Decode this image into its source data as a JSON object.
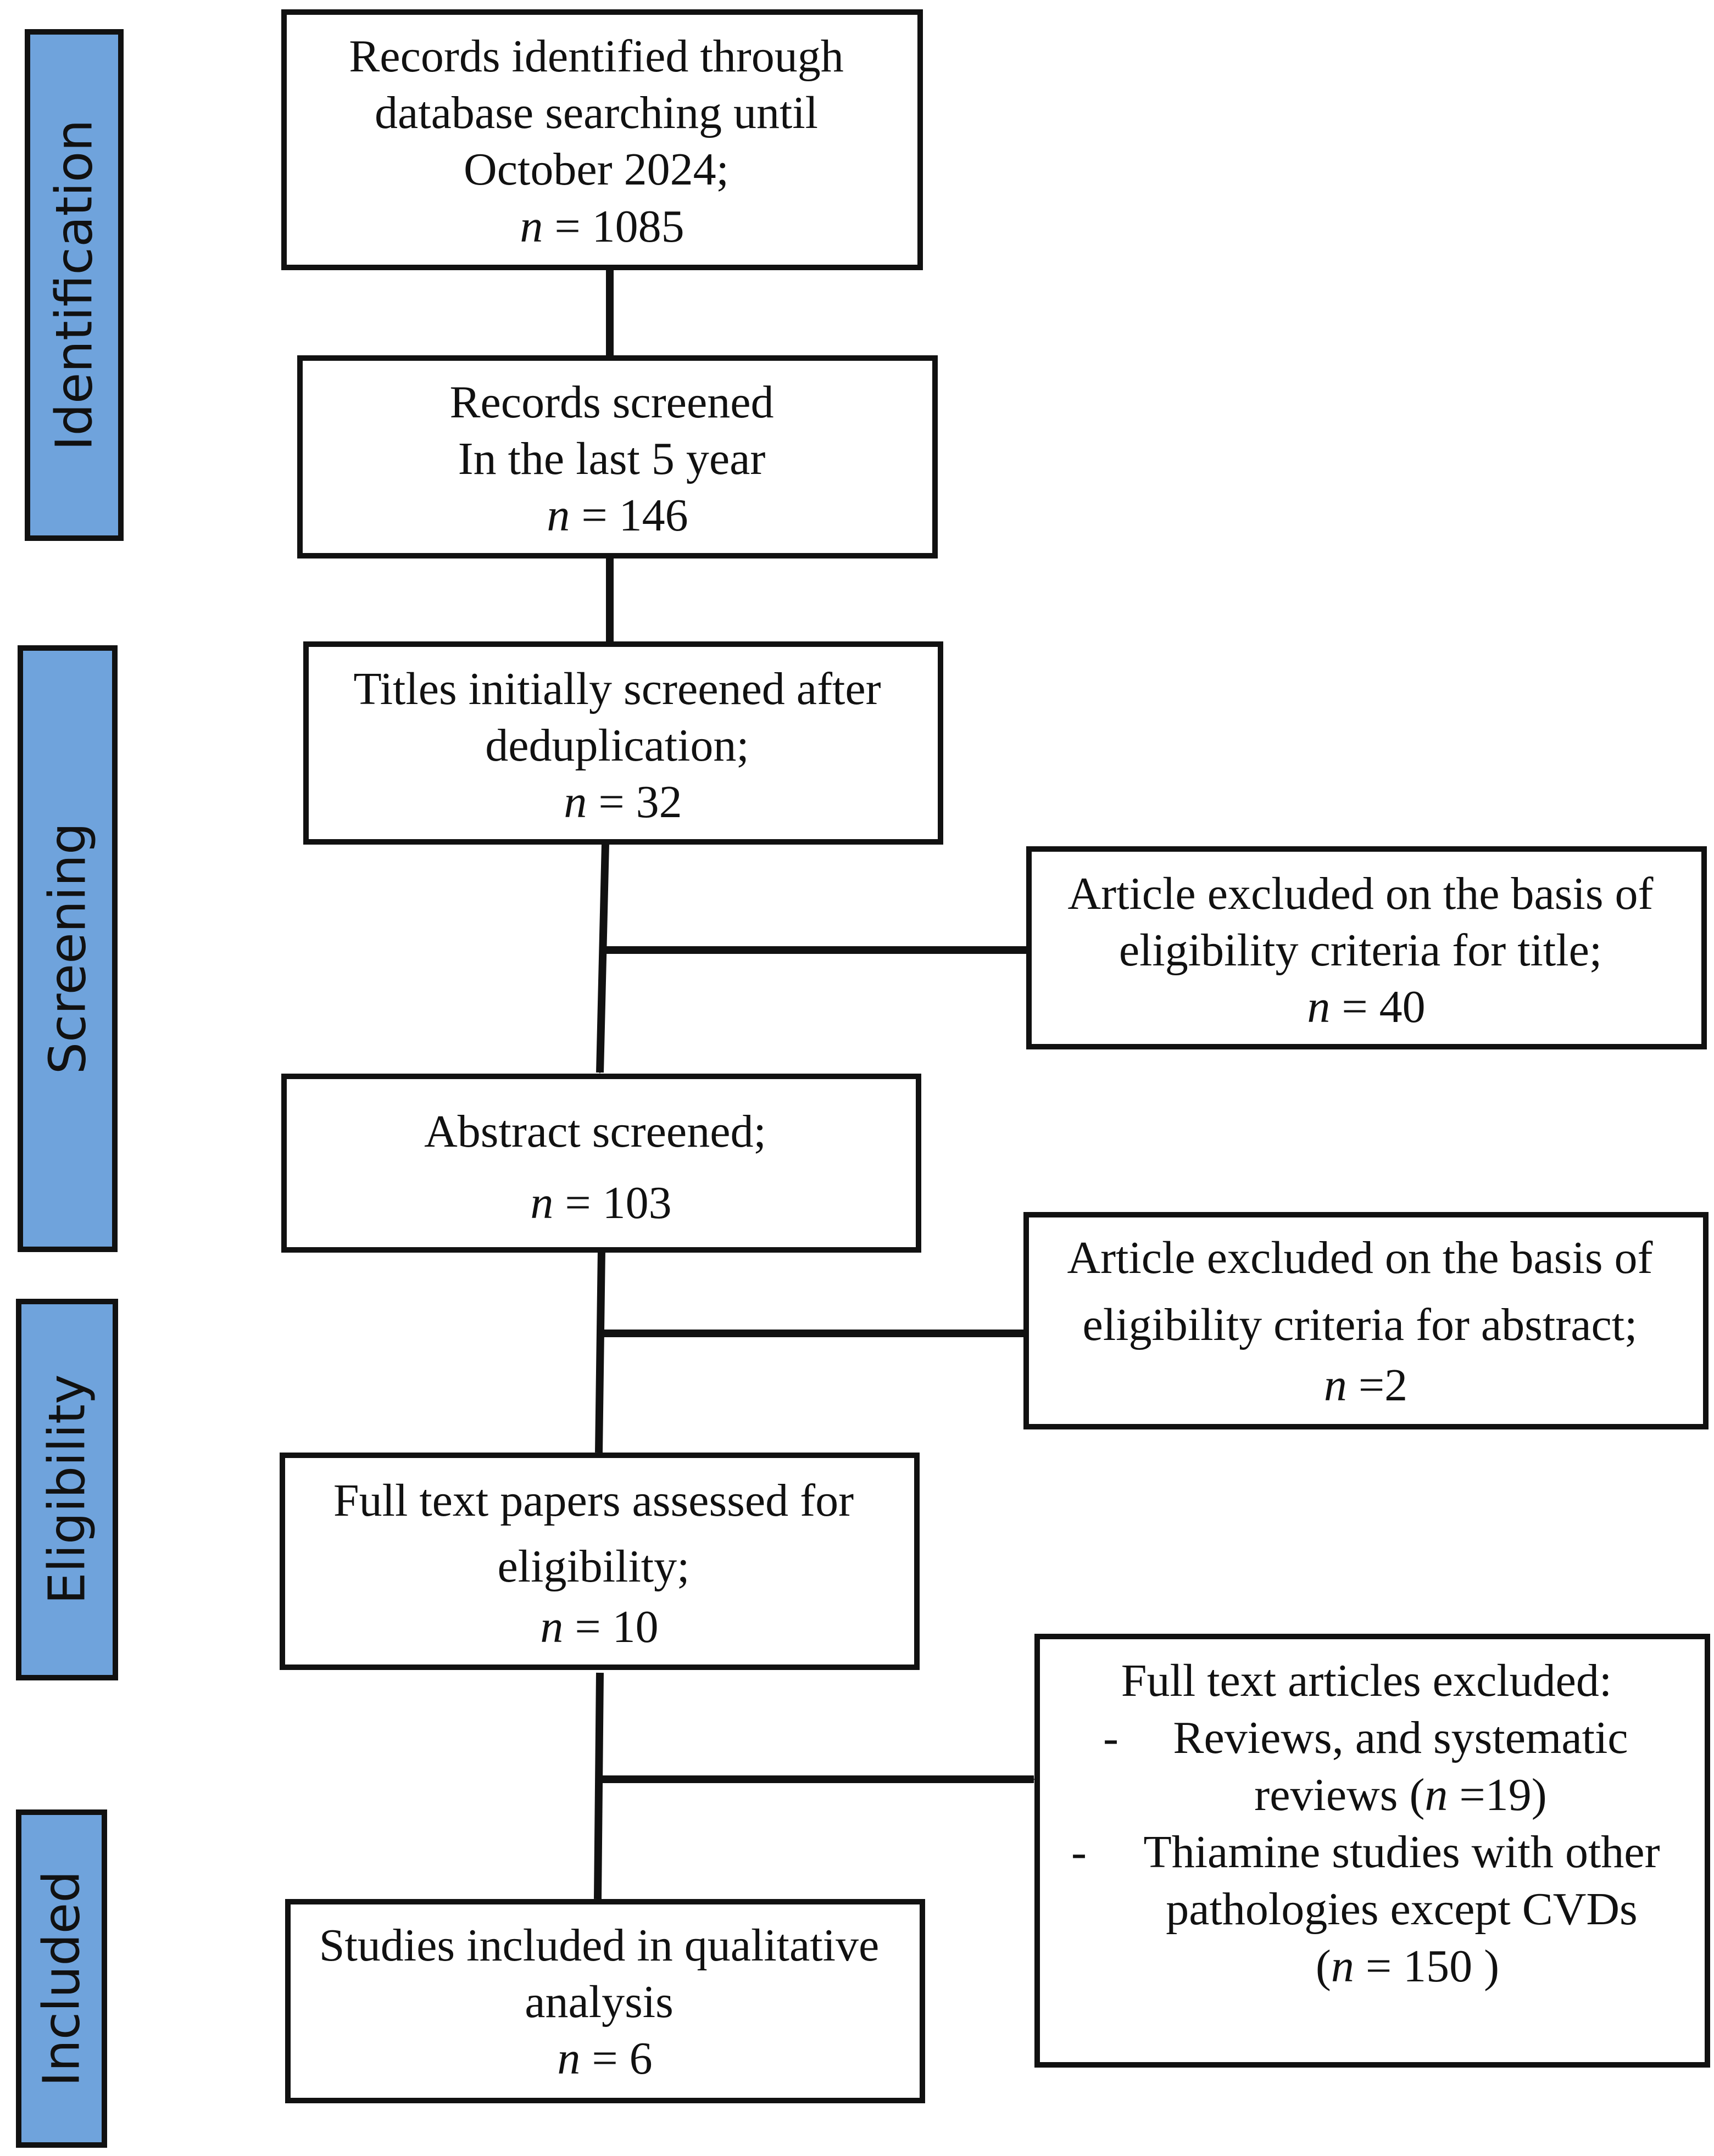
{
  "colors": {
    "stage_fill": "#6fa3dc",
    "stroke": "#111111",
    "box_fill": "#ffffff"
  },
  "stages": {
    "identification": "Identification",
    "screening": "Screening",
    "eligibility": "Eligibility",
    "included": "Included"
  },
  "boxes": {
    "records_identified": {
      "line1": "Records identified through",
      "line2": "database searching until",
      "line3": "October 2024;",
      "n_symbol": "n",
      "n_value": " = 1085"
    },
    "records_screened": {
      "line1": "Records screened",
      "line2": "In the last 5 year",
      "n_symbol": "n",
      "n_value": " = 146"
    },
    "titles_screened": {
      "line1": "Titles initially screened after",
      "line2": "deduplication;",
      "n_symbol": "n",
      "n_value": " = 32"
    },
    "excluded_title": {
      "line1": "Article excluded on the basis of",
      "line2": "eligibility criteria for title;",
      "n_symbol": "n",
      "n_value": " = 40"
    },
    "abstract_screened": {
      "line1": "Abstract screened;",
      "n_symbol": "n",
      "n_value": " = 103"
    },
    "excluded_abstract": {
      "line1": "Article excluded on the basis of",
      "line2": "eligibility criteria for abstract;",
      "n_symbol": "n",
      "n_value": " =2"
    },
    "full_text_assessed": {
      "line1": "Full text papers assessed for",
      "line2": "eligibility;",
      "n_symbol": "n",
      "n_value": " = 10"
    },
    "full_text_excluded": {
      "heading": "Full text articles excluded:",
      "bullet1_dash": "-",
      "bullet1_line1": "Reviews, and systematic",
      "bullet1_line2_pre": "reviews (",
      "bullet1_n": "n",
      "bullet1_line2_post": " =19)",
      "bullet2_dash": "-",
      "bullet2_line1": "Thiamine studies with other",
      "bullet2_line2": "pathologies except CVDs",
      "bullet2_line3_pre": "(",
      "bullet2_n": "n",
      "bullet2_line3_post": " = 150 )"
    },
    "included_studies": {
      "line1": "Studies included in qualitative",
      "line2": "analysis",
      "n_symbol": "n",
      "n_value": " = 6"
    }
  }
}
